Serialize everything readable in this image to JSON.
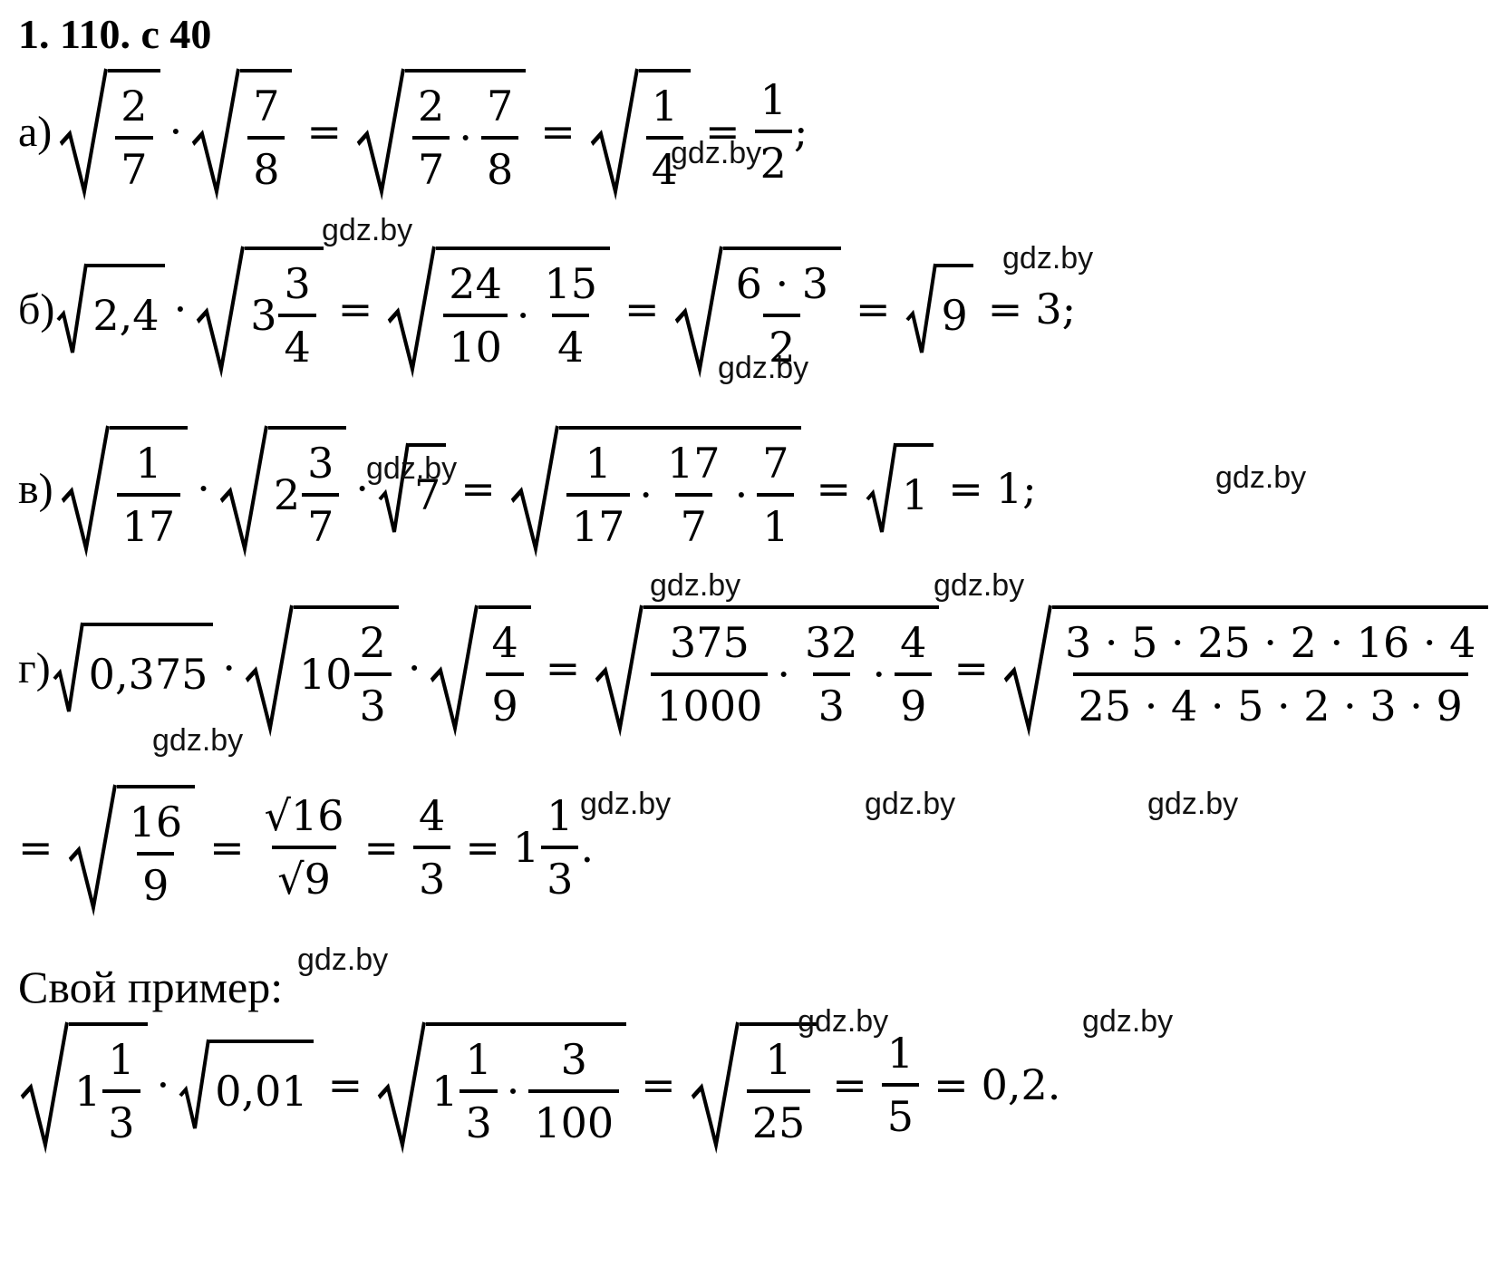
{
  "title": "1. 110. с 40",
  "labels": {
    "a": "а)",
    "b": "б)",
    "v": "в)",
    "g": "г)"
  },
  "watermark": "gdz.by",
  "own_example_caption": "Свой пример:",
  "line_a": {
    "f1n": "2",
    "f1d": "7",
    "f2n": "7",
    "f2d": "8",
    "eq1": "=",
    "f3n": "2",
    "f3d": "7",
    "f4n": "7",
    "f4d": "8",
    "eq2": "=",
    "f5n": "1",
    "f5d": "4",
    "eq3": "=",
    "f6n": "1",
    "f6d": "2",
    "end": ";"
  },
  "line_b": {
    "r1": "2,4",
    "m1w": "3",
    "m1n": "3",
    "m1d": "4",
    "eq1": "=",
    "f1n": "24",
    "f1d": "10",
    "f2n": "15",
    "f2d": "4",
    "eq2": "=",
    "f3n": "6 · 3",
    "f3d": "2",
    "eq3": "=",
    "r2": "9",
    "eq4": "=",
    "res": "3;"
  },
  "line_v": {
    "f1n": "1",
    "f1d": "17",
    "m1w": "2",
    "m1n": "3",
    "m1d": "7",
    "r1": "7",
    "eq1": "=",
    "f2n": "1",
    "f2d": "17",
    "f3n": "17",
    "f3d": "7",
    "f4n": "7",
    "f4d": "1",
    "eq2": "=",
    "r2": "1",
    "eq3": "=",
    "res": "1;"
  },
  "line_g": {
    "r1": "0,375",
    "m1w": "10",
    "m1n": "2",
    "m1d": "3",
    "f1n": "4",
    "f1d": "9",
    "eq1": "=",
    "f2n": "375",
    "f2d": "1000",
    "f3n": "32",
    "f3d": "3",
    "f4n": "4",
    "f4d": "9",
    "eq2": "=",
    "f5n": "3 · 5 · 25 · 2 · 16 · 4",
    "f5d": "25 · 4 · 5 · 2 · 3 · 9",
    "eq3": "="
  },
  "line_g2": {
    "eq0": "=",
    "f1n": "16",
    "f1d": "9",
    "eq1": "=",
    "f2n": "16",
    "f2d": "9",
    "eq2": "=",
    "f3n": "4",
    "f3d": "3",
    "eq3": "=",
    "m1w": "1",
    "m1n": "1",
    "m1d": "3",
    "end": "."
  },
  "line_own": {
    "m1w": "1",
    "m1n": "1",
    "m1d": "3",
    "r1": "0,01",
    "eq1": "=",
    "m2w": "1",
    "m2n": "1",
    "m2d": "3",
    "f1n": "3",
    "f1d": "100",
    "eq2": "=",
    "f2n": "1",
    "f2d": "25",
    "eq3": "=",
    "f3n": "1",
    "f3d": "5",
    "eq4": "=",
    "res": "0,2."
  }
}
